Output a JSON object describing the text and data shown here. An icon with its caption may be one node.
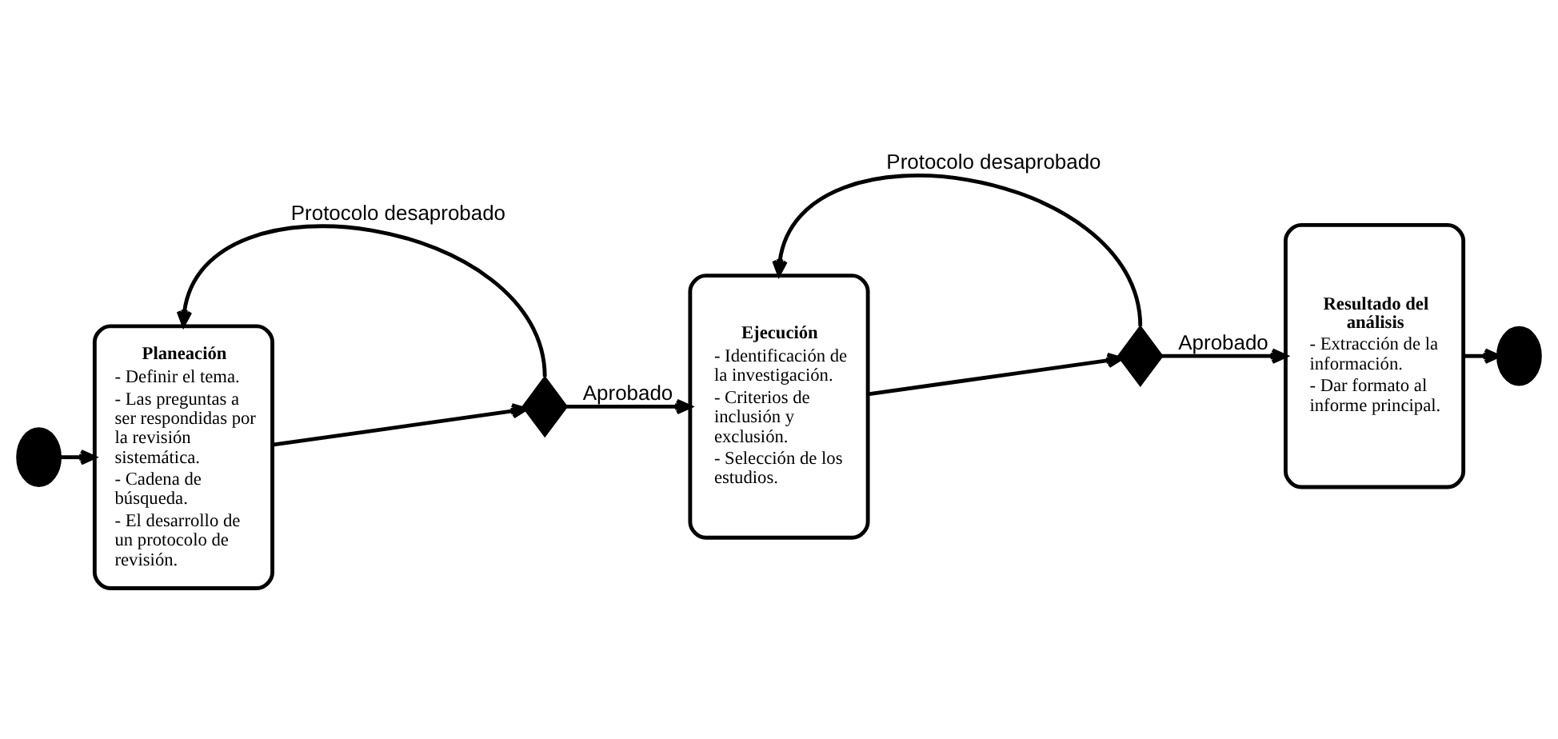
{
  "diagram": {
    "nodes": [
      {
        "text": [],
        "shape": "circle"
      },
      {
        "text": [
          "Planeación",
          "- Definir el tema.",
          "- Las preguntas a ser respondidas por la revisión sistemática.",
          "- Cadena de búsqueda.",
          "- El desarrollo de un protocolo de revisión."
        ]
      },
      {
        "text": [],
        "shape": "diamond"
      },
      {
        "text": [
          "Ejecución",
          "- Identificación de la investigación.",
          "- Criterios de inclusión y exclusión.",
          "- Selección de los estudios."
        ]
      },
      {
        "text": [],
        "shape": "diamond"
      },
      {
        "text": [
          "Resultado del análisis",
          "- Extracción de la información.",
          "- Dar formato al informe principal."
        ]
      },
      {
        "text": [],
        "shape": "circle"
      }
    ],
    "edges": [
      {
        "from": 0,
        "to": 1,
        "arrow": "to"
      },
      {
        "from": 1,
        "to": 2,
        "arrow": "to"
      },
      {
        "from": 2,
        "to": 3,
        "arrow": "to",
        "label": "Aprobado"
      },
      {
        "from": 2,
        "to": 1,
        "arrow": "to",
        "label": "Protocolo desaprobado"
      },
      {
        "from": 3,
        "to": 4,
        "arrow": "to"
      },
      {
        "from": 4,
        "to": 5,
        "arrow": "to",
        "label": "Aprobado"
      },
      {
        "from": 4,
        "to": 3,
        "arrow": "to",
        "label": "Protocolo desaprobado"
      },
      {
        "from": 5,
        "to": 6,
        "arrow": "to"
      }
    ]
  }
}
